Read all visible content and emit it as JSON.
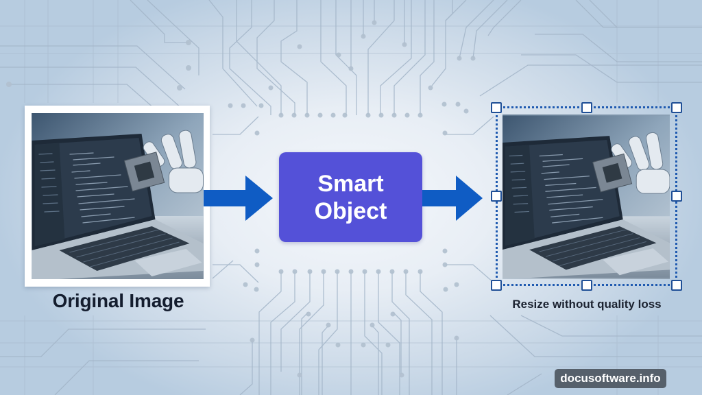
{
  "diagram": {
    "source": {
      "label": "Original Image",
      "image_icon": "laptop-robot-chip-photo"
    },
    "process": {
      "label_line1": "Smart",
      "label_line2": "Object",
      "color": "#5451d8"
    },
    "result": {
      "label": "Resize without quality loss",
      "image_icon": "laptop-robot-chip-photo",
      "selection_color": "#1f5ab0"
    },
    "arrows": [
      {
        "from": "source",
        "to": "process",
        "color": "#0f5cc4"
      },
      {
        "from": "process",
        "to": "result",
        "color": "#0f5cc4"
      }
    ]
  },
  "watermark": {
    "text": "docusoftware.info"
  },
  "colors": {
    "background_center": "#f4f7fb",
    "background_edge": "#b7cce0",
    "circuit_lines": "#a9b9c9",
    "label_text": "#141d2e"
  }
}
